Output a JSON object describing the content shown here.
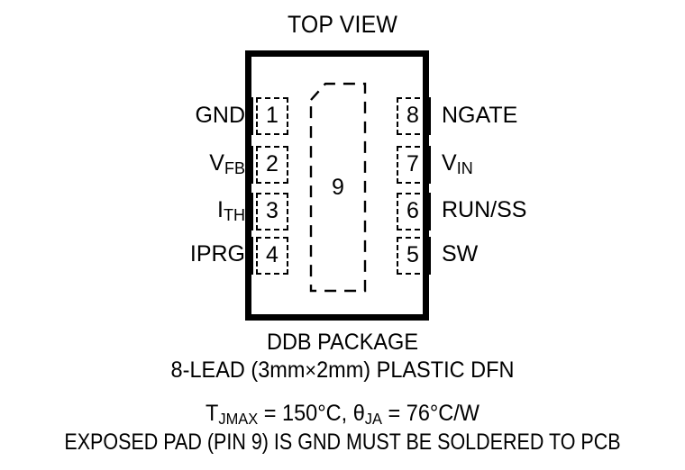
{
  "title": "TOP VIEW",
  "package": {
    "pad_label": "9",
    "left_pins": [
      {
        "number": "1",
        "name": "GND",
        "sub": ""
      },
      {
        "number": "2",
        "name": "V",
        "sub": "FB"
      },
      {
        "number": "3",
        "name": "I",
        "sub": "TH"
      },
      {
        "number": "4",
        "name": "IPRG",
        "sub": ""
      }
    ],
    "right_pins": [
      {
        "number": "8",
        "name": "NGATE",
        "sub": ""
      },
      {
        "number": "7",
        "name": "V",
        "sub": "IN"
      },
      {
        "number": "6",
        "name": "RUN/SS",
        "sub": ""
      },
      {
        "number": "5",
        "name": "SW",
        "sub": ""
      }
    ]
  },
  "caption": {
    "line1": "DDB PACKAGE",
    "line2_a": "8-LEAD (3mm",
    "line2_times": "×",
    "line2_b": "2mm) PLASTIC DFN",
    "line3_t": "T",
    "line3_t_sub": "JMAX",
    "line3_tval": " = 150°C, ",
    "line3_theta": "θ",
    "line3_theta_sub": "JA",
    "line3_thetaval": " = 76°C/W",
    "line4": "EXPOSED PAD (PIN 9) IS GND MUST BE SOLDERED TO PCB"
  },
  "colors": {
    "ink": "#000000",
    "paper": "#ffffff"
  }
}
